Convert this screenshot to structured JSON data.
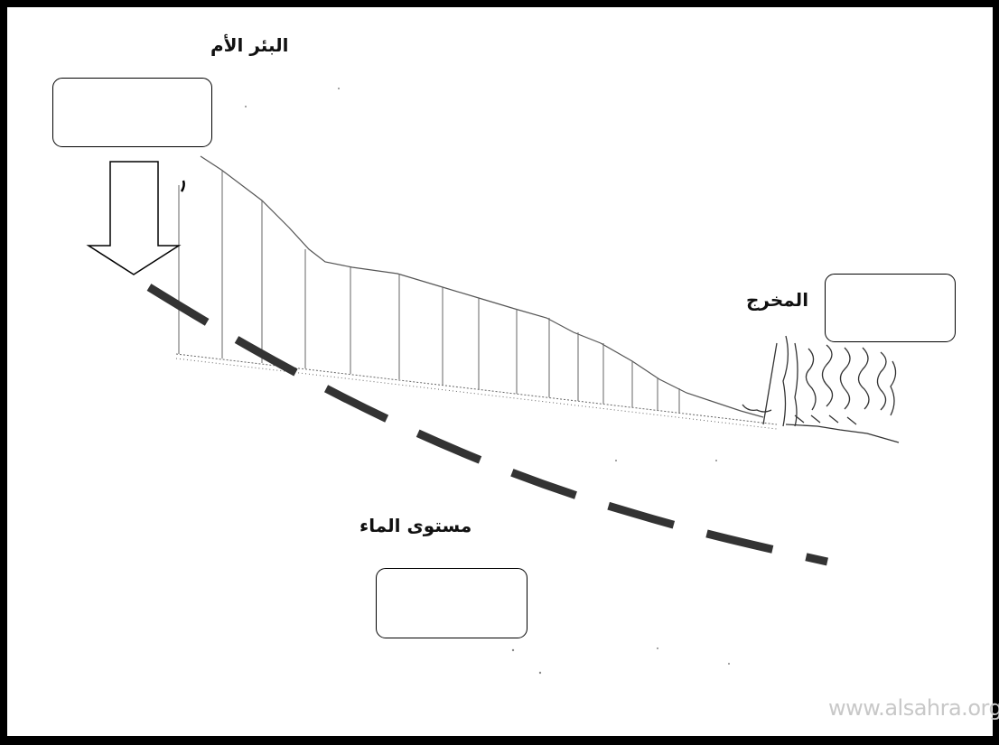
{
  "labels": {
    "mother_well": "البئر الأم",
    "outlet": "المخرج",
    "water_level": "مستوى الماء"
  },
  "answer_boxes": [
    {
      "id": "mother-well-box",
      "value": ""
    },
    {
      "id": "outlet-box",
      "value": ""
    },
    {
      "id": "water-level-box",
      "value": ""
    }
  ],
  "watermark": "www.alsahra.org",
  "colors": {
    "frame": "#000000",
    "water_line": "#333333",
    "sketch": "#555555"
  },
  "icons": {
    "arrow": "down-arrow-icon"
  }
}
